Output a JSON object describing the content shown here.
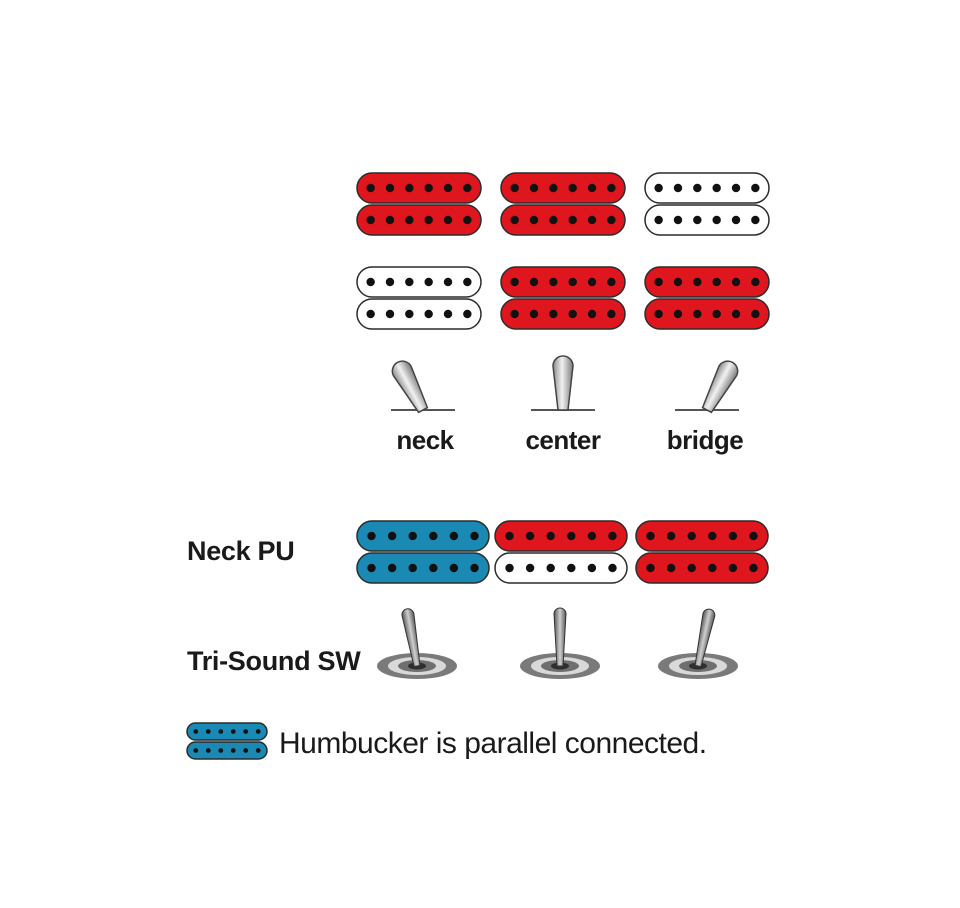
{
  "selector_positions": [
    {
      "label": "neck",
      "upper_pickup": "red",
      "lower_pickup": "white",
      "lever": "left"
    },
    {
      "label": "center",
      "upper_pickup": "red",
      "lower_pickup": "red",
      "lever": "center"
    },
    {
      "label": "bridge",
      "upper_pickup": "white",
      "lower_pickup": "red",
      "lever": "right"
    }
  ],
  "neck_pu_row": {
    "label": "Neck PU",
    "pickups": [
      {
        "top": "blue",
        "bottom": "blue"
      },
      {
        "top": "red",
        "bottom": "white"
      },
      {
        "top": "red",
        "bottom": "red"
      }
    ]
  },
  "tri_sound_row": {
    "label": "Tri-Sound SW",
    "toggles": [
      "left",
      "center",
      "right"
    ]
  },
  "legend": {
    "color": "blue",
    "text": "Humbucker is parallel connected."
  },
  "colors": {
    "red": "#e0161e",
    "white": "#ffffff",
    "blue": "#1a8ab5",
    "outline": "#2b2b2b",
    "pole": "#111111"
  }
}
